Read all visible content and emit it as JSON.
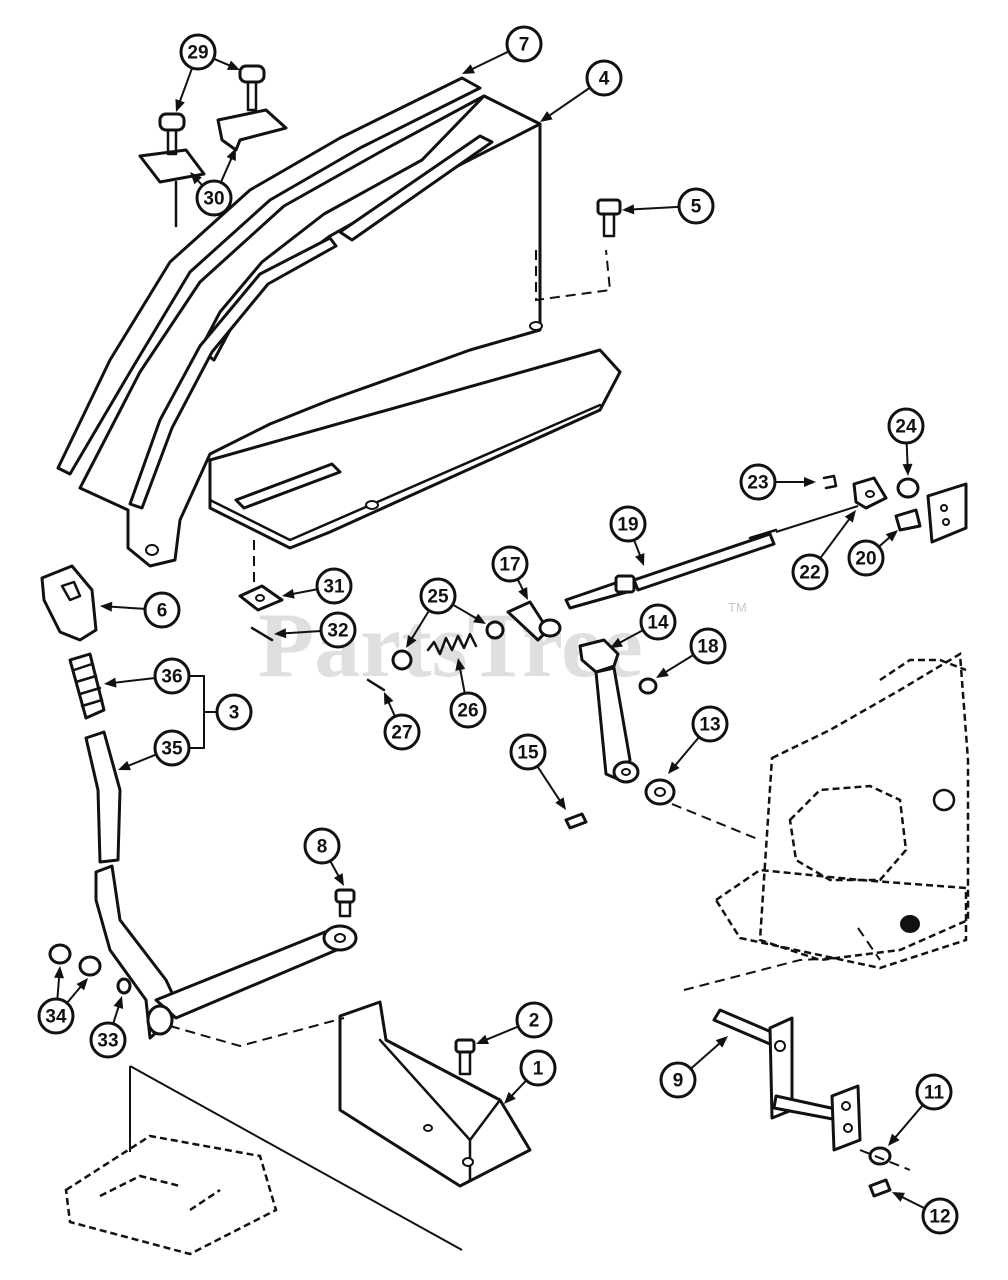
{
  "watermark": {
    "text": "PartsTree",
    "trademark": "TM"
  },
  "callouts": [
    {
      "label": "1"
    },
    {
      "label": "2"
    },
    {
      "label": "3"
    },
    {
      "label": "4"
    },
    {
      "label": "5"
    },
    {
      "label": "6"
    },
    {
      "label": "7"
    },
    {
      "label": "8"
    },
    {
      "label": "9"
    },
    {
      "label": "11"
    },
    {
      "label": "12"
    },
    {
      "label": "13"
    },
    {
      "label": "14"
    },
    {
      "label": "15"
    },
    {
      "label": "17"
    },
    {
      "label": "18"
    },
    {
      "label": "19"
    },
    {
      "label": "20"
    },
    {
      "label": "22"
    },
    {
      "label": "23"
    },
    {
      "label": "24"
    },
    {
      "label": "25"
    },
    {
      "label": "26"
    },
    {
      "label": "27"
    },
    {
      "label": "29"
    },
    {
      "label": "30"
    },
    {
      "label": "31"
    },
    {
      "label": "32"
    },
    {
      "label": "33"
    },
    {
      "label": "34"
    },
    {
      "label": "35"
    },
    {
      "label": "36"
    }
  ]
}
